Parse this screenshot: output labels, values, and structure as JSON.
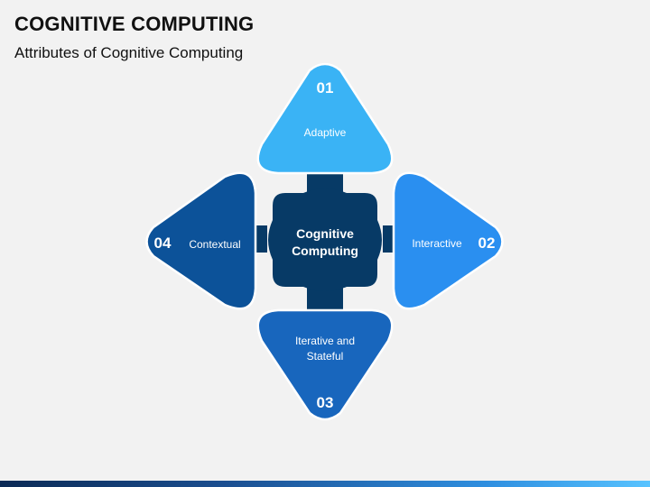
{
  "slide": {
    "title": "COGNITIVE COMPUTING",
    "subtitle": "Attributes of Cognitive Computing"
  },
  "center": {
    "line1": "Cognitive",
    "line2": "Computing",
    "color": "#073a66"
  },
  "attributes": [
    {
      "number": "01",
      "label": "Adaptive",
      "color": "#3ab3f5"
    },
    {
      "number": "02",
      "label": "Interactive",
      "color": "#2a8ff0"
    },
    {
      "number": "03",
      "label_line1": "Iterative and",
      "label_line2": "Stateful",
      "color": "#1866bd"
    },
    {
      "number": "04",
      "label": "Contextual",
      "color": "#0c5299"
    }
  ],
  "colors": {
    "outline": "#ffffff",
    "text": "#ffffff",
    "bottom_bar": "#1b4f91"
  }
}
